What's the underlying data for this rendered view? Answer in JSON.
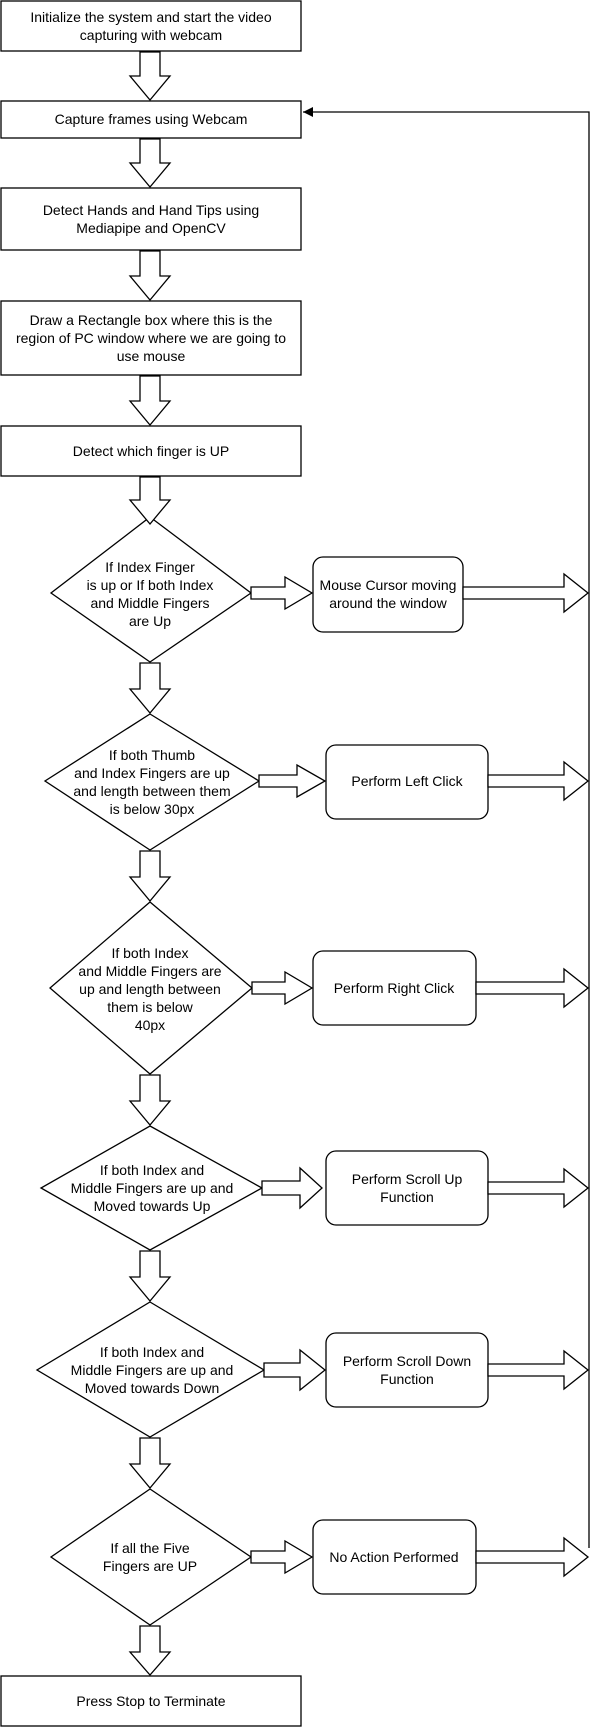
{
  "nodes": {
    "start": [
      "Initialize the system and start the video",
      "capturing with webcam"
    ],
    "capture": [
      "Capture frames using Webcam"
    ],
    "detect_hands": [
      "Detect Hands and Hand Tips using",
      "Mediapipe and OpenCV"
    ],
    "draw_rect": [
      "Draw a Rectangle box where this is the",
      "region of PC window where we are going to",
      "use mouse"
    ],
    "detect_finger": [
      "Detect which finger is UP"
    ],
    "dec_move": [
      "If Index Finger",
      "is up or If both Index",
      "and Middle Fingers",
      "are Up"
    ],
    "act_move": [
      "Mouse Cursor moving",
      "around the window"
    ],
    "dec_left": [
      "If both Thumb",
      "and Index Fingers are up",
      "and length between them",
      "is below 30px"
    ],
    "act_left": [
      "Perform Left Click"
    ],
    "dec_right": [
      "If both Index",
      "and Middle Fingers are",
      "up and length between",
      "them is below",
      "40px"
    ],
    "act_right": [
      "Perform Right Click"
    ],
    "dec_sup": [
      "If both Index and",
      "Middle Fingers are up and",
      "Moved towards Up"
    ],
    "act_sup": [
      "Perform Scroll Up",
      "Function"
    ],
    "dec_sdown": [
      "If both Index and",
      "Middle Fingers are up and",
      "Moved towards Down"
    ],
    "act_sdown": [
      "Perform Scroll Down",
      "Function"
    ],
    "dec_five": [
      "If all the Five",
      "Fingers are UP"
    ],
    "act_none": [
      "No Action Performed"
    ],
    "stop": [
      "Press Stop to Terminate"
    ]
  }
}
